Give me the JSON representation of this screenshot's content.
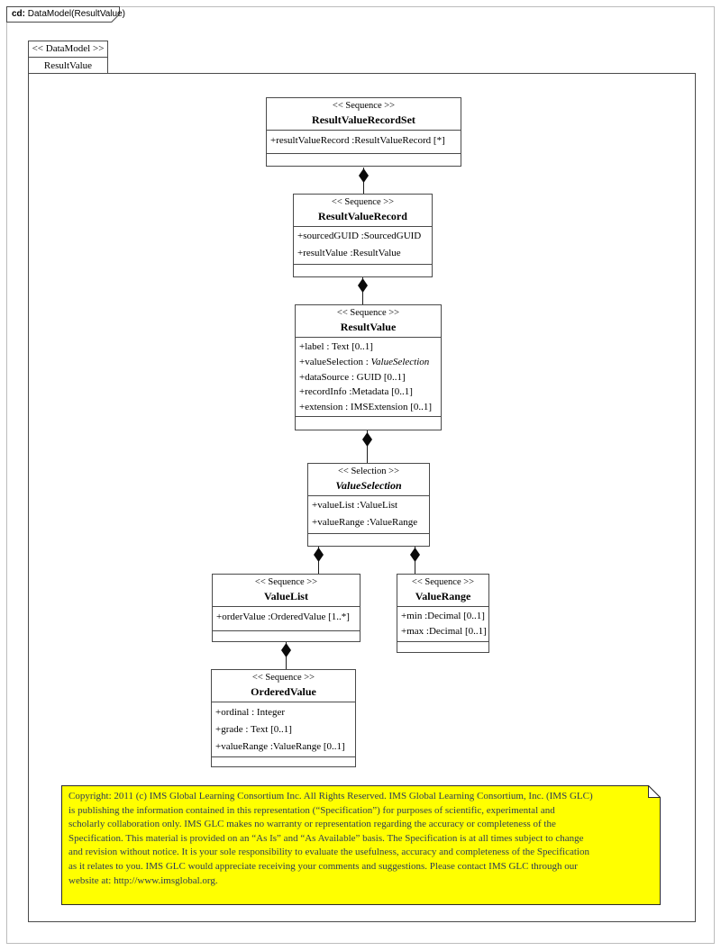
{
  "tab": {
    "prefix": "cd:",
    "title": " DataModel(ResultValue)"
  },
  "frame_label": {
    "stereotype": "<< DataModel >>",
    "name": "ResultValue"
  },
  "classes": {
    "record_set": {
      "stereotype": "<< Sequence >>",
      "name": "ResultValueRecordSet",
      "attrs": [
        {
          "text": "+resultValueRecord :ResultValueRecord [*]"
        }
      ]
    },
    "record": {
      "stereotype": "<< Sequence >>",
      "name": "ResultValueRecord",
      "attrs": [
        {
          "text": "+sourcedGUID :SourcedGUID"
        },
        {
          "text": "+resultValue :ResultValue"
        }
      ]
    },
    "result_value": {
      "stereotype": "<< Sequence >>",
      "name": "ResultValue",
      "attrs": [
        {
          "text": "+label : Text [0..1]"
        },
        {
          "text": "+valueSelection : ",
          "italic": "ValueSelection"
        },
        {
          "text": "+dataSource : GUID [0..1]"
        },
        {
          "text": "+recordInfo :Metadata [0..1]"
        },
        {
          "text": "+extension : IMSExtension [0..1]"
        }
      ]
    },
    "value_selection": {
      "stereotype": "<< Selection >>",
      "name": "ValueSelection",
      "attrs": [
        {
          "text": "+valueList :ValueList"
        },
        {
          "text": "+valueRange :ValueRange"
        }
      ]
    },
    "value_list": {
      "stereotype": "<< Sequence >>",
      "name": "ValueList",
      "attrs": [
        {
          "text": "+orderValue :OrderedValue [1..*]"
        }
      ]
    },
    "value_range": {
      "stereotype": "<< Sequence >>",
      "name": "ValueRange",
      "attrs": [
        {
          "text": "+min :Decimal [0..1]"
        },
        {
          "text": "+max :Decimal [0..1]"
        }
      ]
    },
    "ordered_value": {
      "stereotype": "<< Sequence >>",
      "name": "OrderedValue",
      "attrs": [
        {
          "text": "+ordinal : Integer"
        },
        {
          "text": "+grade : Text [0..1]"
        },
        {
          "text": "+valueRange :ValueRange [0..1]"
        }
      ]
    }
  },
  "relations": [
    {
      "parent": "ResultValueRecordSet",
      "child": "ResultValueRecord",
      "type": "composition"
    },
    {
      "parent": "ResultValueRecord",
      "child": "ResultValue",
      "type": "composition"
    },
    {
      "parent": "ResultValue",
      "child": "ValueSelection",
      "type": "composition"
    },
    {
      "parent": "ValueSelection",
      "child": "ValueList",
      "type": "composition"
    },
    {
      "parent": "ValueSelection",
      "child": "ValueRange",
      "type": "composition"
    },
    {
      "parent": "ValueList",
      "child": "OrderedValue",
      "type": "composition"
    }
  ],
  "note": {
    "lines": [
      "Copyright: 2011 (c) IMS Global Learning Consortium Inc.  All Rights Reserved.  IMS Global Learning Consortium, Inc. (IMS GLC)",
      "is publishing the information contained in this representation (“Specification”) for purposes of scientific, experimental and",
      "scholarly collaboration only.  IMS GLC makes no warranty or representation regarding the accuracy or completeness of the",
      "Specification.  This material is provided on an “As Is” and “As Available” basis.  The Specification is at all times subject to change",
      "and revision without notice.  It is your sole responsibility to evaluate the usefulness, accuracy and completeness of the Specification",
      "as it relates to you.  IMS GLC would appreciate receiving your comments and suggestions.  Please contact IMS GLC through our",
      "website at: http://www.imsglobal.org."
    ]
  },
  "colors": {
    "note_bg": "#ffff00",
    "note_border": "#2b2b2b",
    "note_text": "#2e3d55",
    "box_border": "#4a4a4a",
    "outer_border": "#bcbcbc"
  }
}
